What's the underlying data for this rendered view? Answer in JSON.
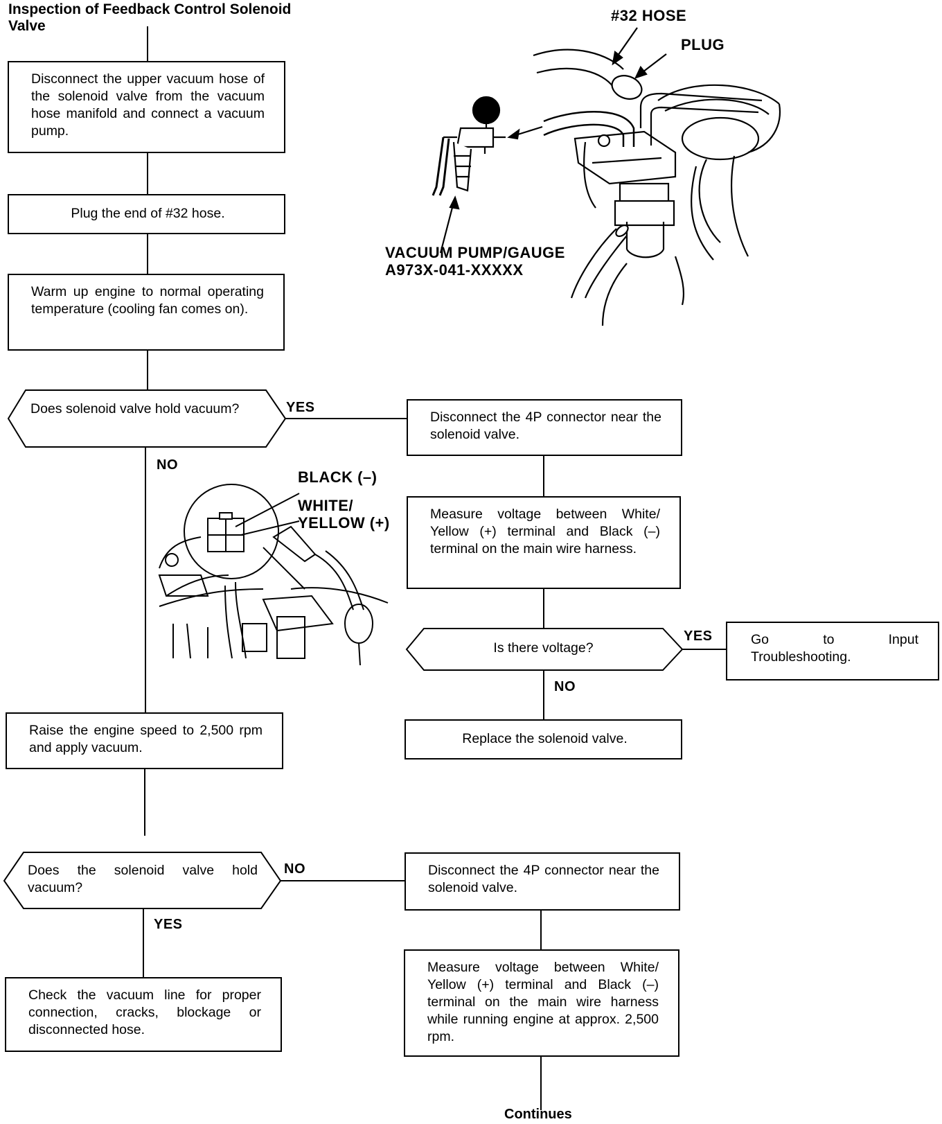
{
  "title": "Inspection of Feedback Control Solenoid Valve",
  "steps": {
    "disconnect_upper_hose": "Disconnect the upper vacuum hose of the solenoid valve from the vacuum hose manifold and connect a vacuum pump.",
    "plug_hose": "Plug the end of #32 hose.",
    "warm_up": "Warm up engine to normal operating temperature (cooling fan comes on).",
    "q_hold_vacuum_1": "Does solenoid valve hold vacuum?",
    "disconnect_4p_1": "Disconnect the 4P connector near the solenoid valve.",
    "measure_voltage_1": "Measure voltage between White/ Yellow (+) terminal and Black (–) terminal on the main wire harness.",
    "q_voltage": "Is there voltage?",
    "go_input": "Go to Input Troubleshooting.",
    "replace_valve": "Replace the solenoid valve.",
    "raise_speed": "Raise the engine speed to 2,500 rpm and apply vacuum.",
    "q_hold_vacuum_2": "Does the solenoid valve hold vacuum?",
    "disconnect_4p_2": "Disconnect the 4P connector near the solenoid valve.",
    "check_line": "Check the vacuum line for proper connection, cracks, blockage or disconnected hose.",
    "measure_voltage_2": "Measure voltage between White/ Yellow (+) terminal and Black (–) terminal on the main wire harness while running engine at approx. 2,500 rpm.",
    "continues": "Continues"
  },
  "branch_labels": {
    "q1_yes": "YES",
    "q1_no": "NO",
    "q_voltage_yes": "YES",
    "q_voltage_no": "NO",
    "q2_no": "NO",
    "q2_yes": "YES"
  },
  "figure_labels": {
    "hose": "#32 HOSE",
    "plug": "PLUG",
    "pump_line1": "VACUUM PUMP/GAUGE",
    "pump_line2": "A973X-041-XXXXX",
    "black": "BLACK (–)",
    "white_yellow_line1": "WHITE/",
    "white_yellow_line2": "YELLOW (+)"
  }
}
